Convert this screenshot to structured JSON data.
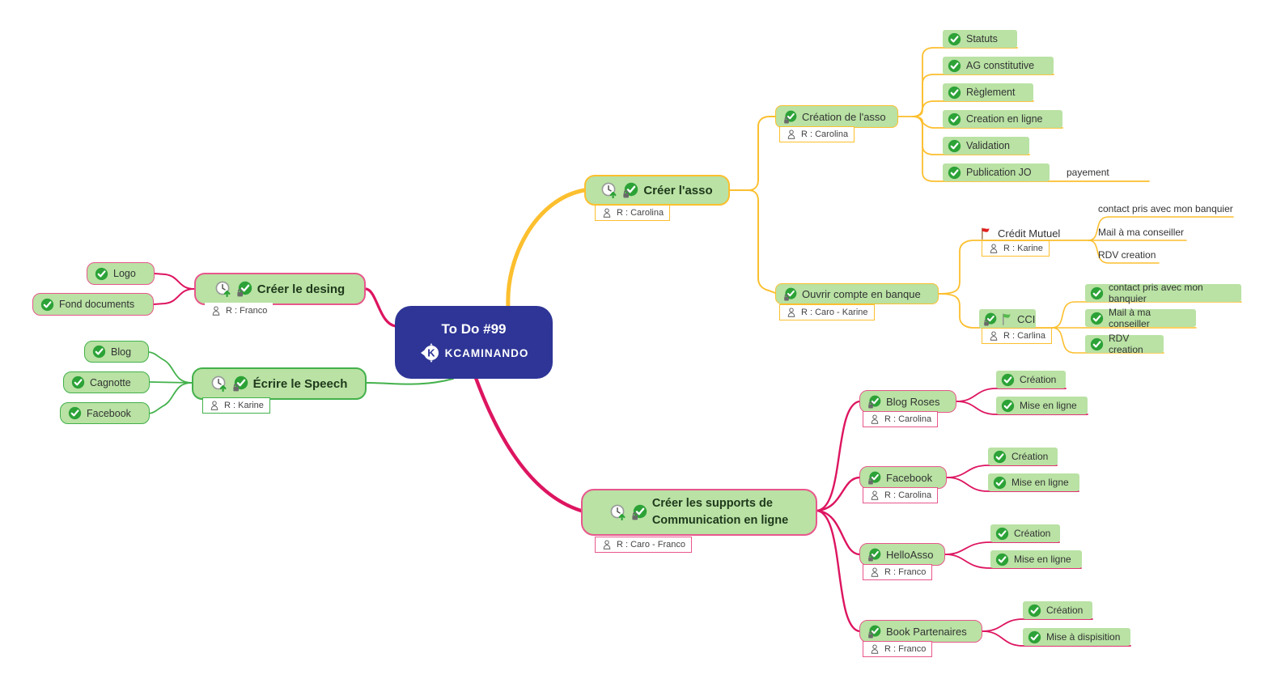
{
  "colors": {
    "pink_branch": "#dd1560",
    "pink_border": "#e8578c",
    "orange_branch": "#fcbf2e",
    "green_branch": "#43b14b",
    "node_fill_green": "#b9e2a4",
    "center_blue": "#2e3596",
    "check_green": "#2ca237",
    "flag_red": "#e02020"
  },
  "center": {
    "title": "To Do #99",
    "brand": "KCAMINANDO"
  },
  "desing": {
    "title": "Créer le desing",
    "resp": "R : Franco",
    "children": [
      "Logo",
      "Fond documents"
    ]
  },
  "speech": {
    "title": "Écrire le Speech",
    "resp": "R : Karine",
    "children": [
      "Blog",
      "Cagnotte",
      "Facebook"
    ]
  },
  "asso": {
    "title": "Créer l'asso",
    "resp": "R : Carolina",
    "creation": {
      "title": "Création de l'asso",
      "resp": "R : Carolina",
      "children": [
        "Statuts",
        "AG constitutive",
        "Règlement",
        "Creation en ligne",
        "Validation",
        "Publication JO"
      ],
      "note": "payement"
    },
    "banque": {
      "title": "Ouvrir compte en banque",
      "resp": "R : Caro - Karine",
      "credit_mutuel": {
        "title": "Crédit Mutuel",
        "resp": "R : Karine",
        "children": [
          "contact pris avec mon banquier",
          "Mail à ma conseiller",
          "RDV creation"
        ]
      },
      "cci": {
        "title": "CCI",
        "resp": "R : Carlina",
        "children": [
          "contact pris avec mon banquier",
          "Mail à ma conseiller",
          "RDV creation"
        ]
      }
    }
  },
  "supports": {
    "line1": "Créer les supports de",
    "line2": "Communication en ligne",
    "resp": "R : Caro - Franco",
    "subs": [
      {
        "title": "Blog Roses",
        "resp": "R : Carolina",
        "children": [
          "Création",
          "Mise en ligne"
        ]
      },
      {
        "title": "Facebook",
        "resp": "R : Carolina",
        "children": [
          "Création",
          "Mise en ligne"
        ]
      },
      {
        "title": "HelloAsso",
        "resp": "R : Franco",
        "children": [
          "Création",
          "Mise en ligne"
        ]
      },
      {
        "title": "Book Partenaires",
        "resp": "R : Franco",
        "children": [
          "Création",
          "Mise à dispisition"
        ]
      }
    ]
  }
}
